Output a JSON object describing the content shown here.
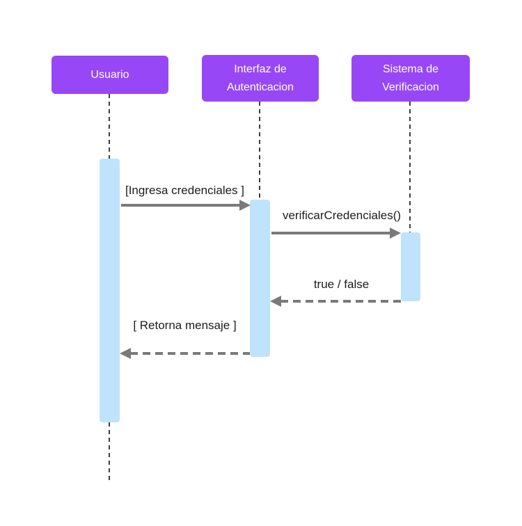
{
  "diagram": {
    "type": "uml-sequence-diagram",
    "actors": [
      {
        "id": "usuario",
        "label": "Usuario"
      },
      {
        "id": "interfaz",
        "label": "Interfaz de\nAutenticacion"
      },
      {
        "id": "sistema",
        "label": "Sistema de\nVerificacion"
      }
    ],
    "messages": [
      {
        "label": "[Ingresa credenciales ]",
        "from": "Usuario",
        "to": "Interfaz de Autenticacion",
        "line": "solid",
        "direction": "right"
      },
      {
        "label": "verificarCredenciales()",
        "from": "Interfaz de Autenticacion",
        "to": "Sistema de Verificacion",
        "line": "solid",
        "direction": "right"
      },
      {
        "label": "true / false",
        "from": "Sistema de Verificacion",
        "to": "Interfaz de Autenticacion",
        "line": "dashed",
        "direction": "left"
      },
      {
        "label": "[ Retorna mensaje ]",
        "from": "Interfaz de Autenticacion",
        "to": "Usuario",
        "line": "dashed",
        "direction": "left"
      }
    ],
    "colors": {
      "actor_fill": "#9747f6",
      "actor_text": "#ffffff",
      "activation_fill": "#bfe3fc",
      "arrow": "#7a7a7a",
      "lifeline": "#3c3c3c",
      "label_text": "#1c1c1c",
      "background": "#ffffff"
    }
  }
}
